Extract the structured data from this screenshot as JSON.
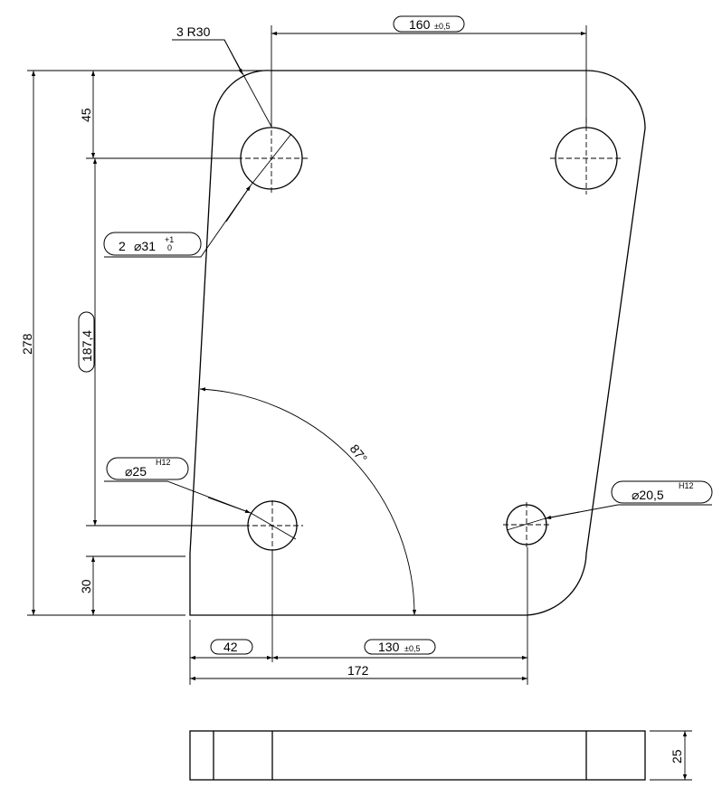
{
  "drawing": {
    "dims": {
      "top_spacing": "160",
      "top_spacing_tol": "±0,5",
      "corner_radius": "3 R30",
      "overall_height": "278",
      "top_offset": "45",
      "hole_spacing_vertical": "187,4",
      "bottom_offset": "30",
      "left_offset": "42",
      "bottom_spacing": "130",
      "bottom_spacing_tol": "±0,5",
      "overall_width": "172",
      "angle": "87°",
      "thickness": "25"
    },
    "callouts": {
      "top_holes_count": "2",
      "top_holes_diameter": "⌀31",
      "top_holes_tol_upper": "+1",
      "top_holes_tol_lower": "0",
      "left_hole_diameter": "⌀25",
      "left_hole_fit": "H12",
      "right_hole_diameter": "⌀20,5",
      "right_hole_fit": "H12"
    }
  }
}
